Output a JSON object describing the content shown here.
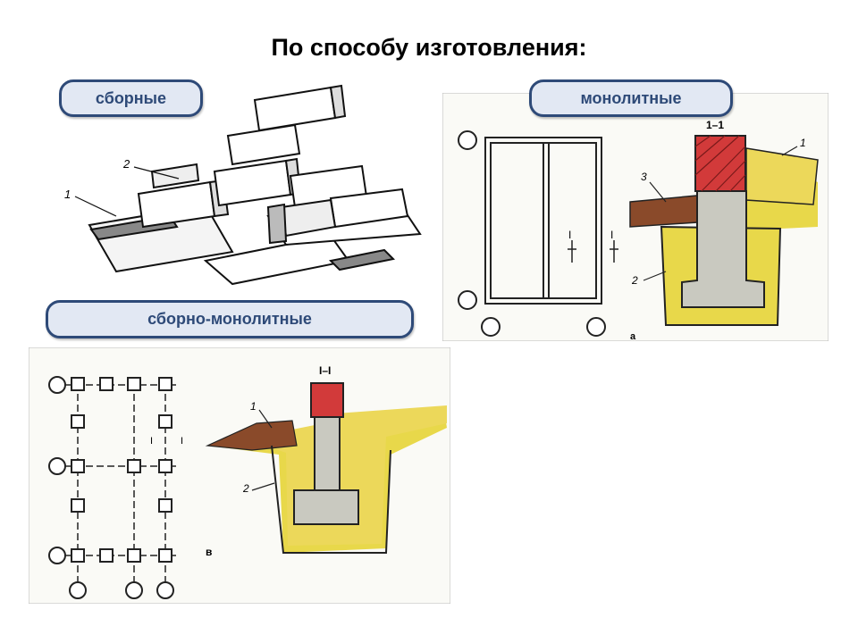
{
  "slide": {
    "title": "По способу изготовления:"
  },
  "labels": {
    "prefab": "сборные",
    "monolithic": "монолитные",
    "prefab_monolithic": "сборно-монолитные"
  },
  "figures": {
    "prefab": {
      "callouts": [
        "2",
        "1"
      ]
    },
    "monolithic": {
      "section": "1–1",
      "callouts": [
        "1",
        "2",
        "3"
      ],
      "markers": [
        "I",
        "I"
      ],
      "letter": "а"
    },
    "prefab_monolithic": {
      "section": "I–I",
      "callouts": [
        "1",
        "2"
      ],
      "markers": [
        "I",
        "I"
      ],
      "letter": "в"
    }
  },
  "colors": {
    "pill_border": "#2e4a78",
    "pill_fill": "#e2e8f3",
    "sand": "#e8d84a",
    "brick": "#d23a3a",
    "concrete": "#c9c9c0",
    "soil": "#8a4a2a"
  }
}
